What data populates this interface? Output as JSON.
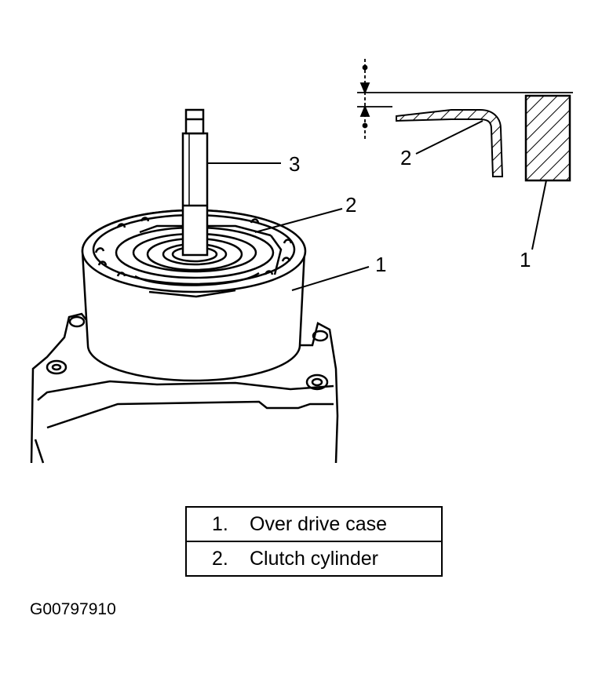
{
  "callouts": {
    "main_shaft": "3",
    "main_cylinder": "2",
    "main_case": "1",
    "detail_cylinder": "2",
    "detail_case": "1"
  },
  "legend": [
    {
      "num": "1.",
      "text": "Over drive case"
    },
    {
      "num": "2.",
      "text": "Clutch cylinder"
    }
  ],
  "figure_id": "G00797910"
}
